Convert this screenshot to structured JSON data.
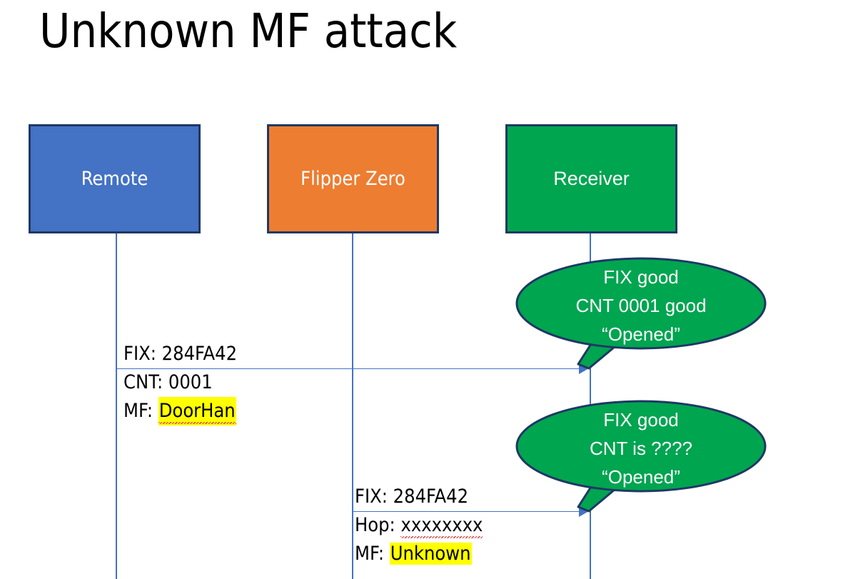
{
  "slide": {
    "title": "Unknown MF attack",
    "background_color": "#FFFFFF"
  },
  "colors": {
    "remote_blue": "#4472C4",
    "flipper_orange": "#ED7D31",
    "receiver_green": "#00A550",
    "box_border_navy": "#1F3864",
    "lifeline_blue": "#4472C4",
    "highlight_yellow": "#FFFF00",
    "spellcheck_red": "#E03A3A",
    "text_black": "#000000",
    "text_white": "#FFFFFF"
  },
  "actors": [
    {
      "id": "remote",
      "label": "Remote",
      "color": "#4472C4"
    },
    {
      "id": "flipper",
      "label": "Flipper Zero",
      "color": "#ED7D31"
    },
    {
      "id": "receiver",
      "label": "Receiver",
      "color": "#00A550"
    }
  ],
  "messages": [
    {
      "id": "msg-1",
      "from": "remote",
      "to": "receiver",
      "line_above": "FIX: 284FA42",
      "line_2": "CNT: 0001",
      "line_3_label": "MF: ",
      "line_3_value": "DoorHan",
      "line_3_highlighted": true,
      "line_3_spellchecked": true
    },
    {
      "id": "msg-2",
      "from": "flipper",
      "to": "receiver",
      "line_above": "FIX: 284FA42",
      "line_2_label": "Hop: ",
      "line_2_value": "xxxxxxxx",
      "line_2_spellchecked": true,
      "line_3_label": "MF: ",
      "line_3_value": "Unknown",
      "line_3_highlighted": true
    }
  ],
  "callouts": [
    {
      "id": "callout-1",
      "attached_to": "msg-1",
      "lines": [
        "FIX good",
        "CNT 0001 good",
        "“Opened”"
      ]
    },
    {
      "id": "callout-2",
      "attached_to": "msg-2",
      "lines": [
        "FIX good",
        "CNT is ????",
        "“Opened”"
      ]
    }
  ]
}
